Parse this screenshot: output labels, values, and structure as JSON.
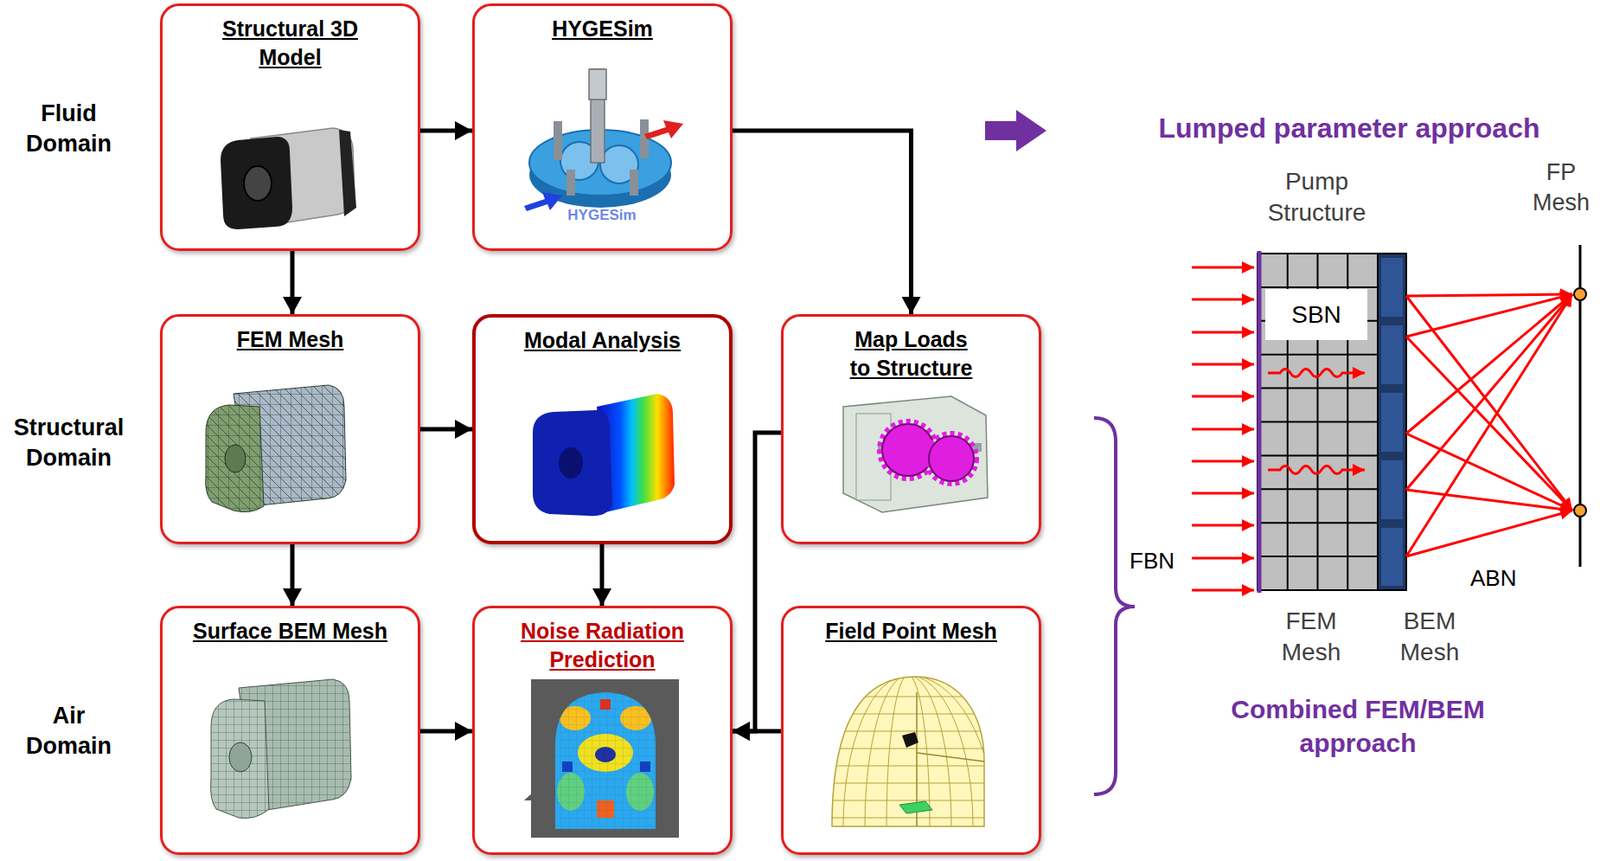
{
  "diagram": {
    "nodes": [
      {
        "text": [
          "Structural 3D Model"
        ]
      },
      {
        "text": [
          "HYGESim"
        ]
      },
      {
        "text": [
          "FEM Mesh"
        ]
      },
      {
        "text": [
          "Modal Analysis"
        ]
      },
      {
        "text": [
          "Map Loads to Structure"
        ]
      },
      {
        "text": [
          "Surface BEM Mesh"
        ]
      },
      {
        "text": [
          "Noise Radiation Prediction"
        ]
      },
      {
        "text": [
          "Field Point Mesh"
        ]
      },
      {
        "text": [
          "SBN"
        ]
      }
    ],
    "edges": [
      {
        "from": 0,
        "to": 1,
        "arrow": "to"
      },
      {
        "from": 0,
        "to": 2,
        "arrow": "to"
      },
      {
        "from": 1,
        "to": 4,
        "arrow": "to"
      },
      {
        "from": 2,
        "to": 3,
        "arrow": "to"
      },
      {
        "from": 2,
        "to": 5,
        "arrow": "to"
      },
      {
        "from": 3,
        "to": 6,
        "arrow": "to"
      },
      {
        "from": 4,
        "to": 6,
        "arrow": "to"
      },
      {
        "from": 5,
        "to": 6,
        "arrow": "to"
      },
      {
        "from": 7,
        "to": 6,
        "arrow": "to"
      }
    ],
    "labels": [
      "Fluid Domain",
      "Structural Domain",
      "Air Domain",
      "HYGESim",
      "Lumped parameter approach",
      "Pump Structure",
      "FP Mesh",
      "FBN",
      "ABN",
      "Combined FEM/BEM approach",
      "FEM Mesh",
      "BEM Mesh"
    ]
  }
}
